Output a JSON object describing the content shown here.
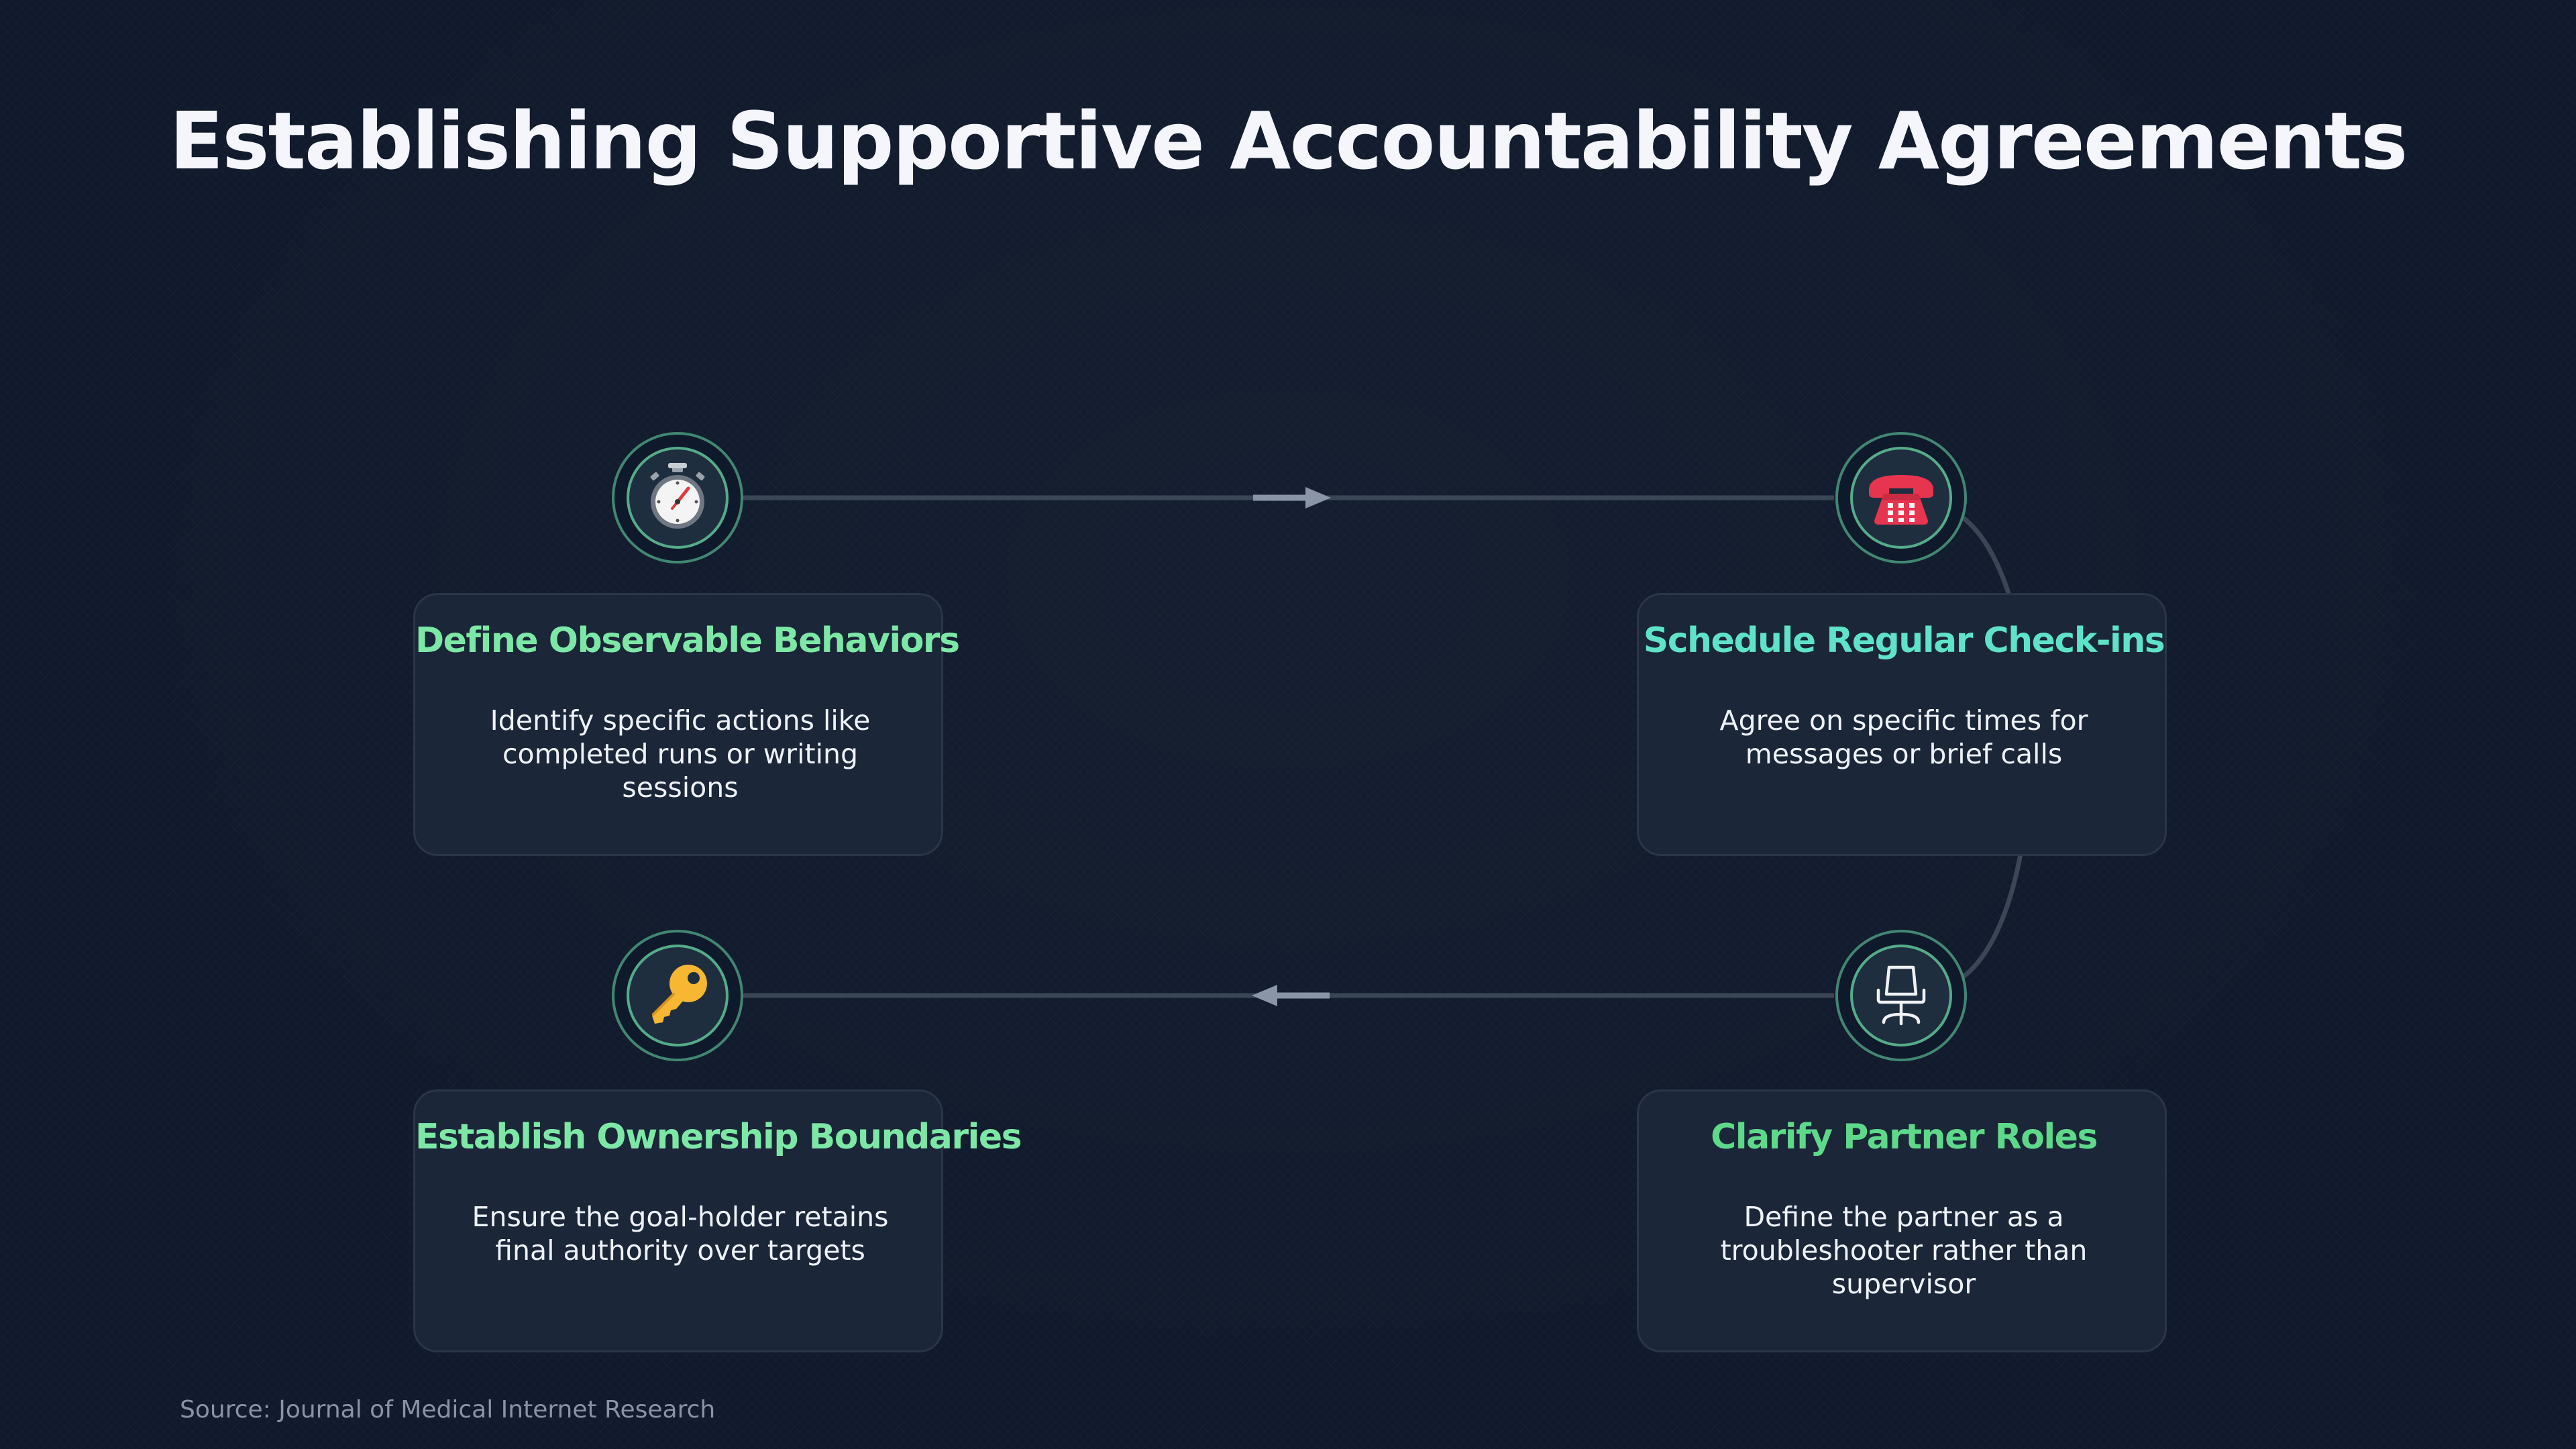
{
  "title": "Establishing Supportive Accountability Agreements",
  "steps": [
    {
      "icon": "stopwatch-icon",
      "title": "Define Observable Behaviors",
      "description": "Identify specific actions like completed runs or writing sessions",
      "title_color": "#7de8a6"
    },
    {
      "icon": "telephone-icon",
      "title": "Schedule Regular Check-ins",
      "description": "Agree on specific times for messages or brief calls",
      "title_color": "#5fe3c8"
    },
    {
      "icon": "office-chair-icon",
      "title": "Clarify Partner Roles",
      "description": "Define the partner as a troubleshooter rather than supervisor",
      "title_color": "#5ed98a"
    },
    {
      "icon": "key-icon",
      "title": "Establish Ownership Boundaries",
      "description": "Ensure the goal-holder retains final authority over targets",
      "title_color": "#7de8a6"
    }
  ],
  "source": "Source: Journal of Medical Internet Research",
  "colors": {
    "background": "#101a2c",
    "card": "#1b2638",
    "node_ring": "#6ce2aa",
    "connector": "#3a4556",
    "arrow": "#8a96a8"
  }
}
